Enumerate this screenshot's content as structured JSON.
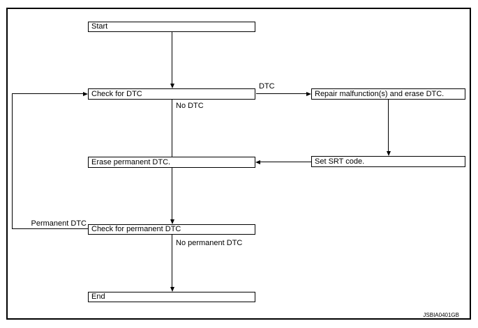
{
  "diagram": {
    "type": "flowchart",
    "nodes": {
      "start": {
        "label": "Start"
      },
      "check_dtc": {
        "label": "Check for DTC"
      },
      "repair": {
        "label": "Repair malfunction(s) and erase DTC."
      },
      "set_srt": {
        "label": "Set SRT code."
      },
      "erase_permanent": {
        "label": "Erase permanent DTC."
      },
      "check_permanent": {
        "label": "Check for permanent DTC"
      },
      "end": {
        "label": "End"
      }
    },
    "edges": [
      {
        "from": "start",
        "to": "check_dtc",
        "label": ""
      },
      {
        "from": "check_dtc",
        "to": "repair",
        "label": "DTC"
      },
      {
        "from": "repair",
        "to": "set_srt",
        "label": ""
      },
      {
        "from": "set_srt",
        "to": "erase_permanent",
        "label": ""
      },
      {
        "from": "check_dtc",
        "to": "erase_permanent",
        "label": "No DTC"
      },
      {
        "from": "erase_permanent",
        "to": "check_permanent",
        "label": ""
      },
      {
        "from": "check_permanent",
        "to": "check_dtc",
        "label": "Permanent DTC"
      },
      {
        "from": "check_permanent",
        "to": "end",
        "label": "No permanent DTC"
      }
    ],
    "figure_code": "JSBIA0401GB",
    "colors": {
      "line": "#000000",
      "text": "#000000",
      "background": "#ffffff"
    }
  }
}
